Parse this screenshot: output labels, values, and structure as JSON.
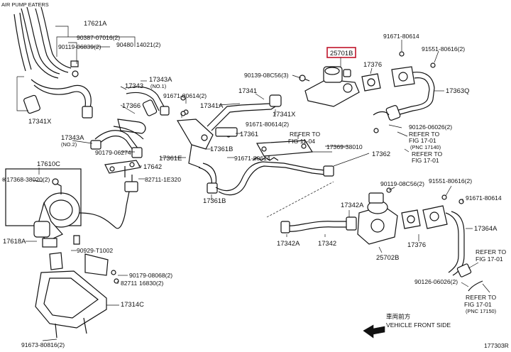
{
  "header": {
    "title": "AIR PUMP     EATERS"
  },
  "highlight": {
    "part_no": "25701B",
    "color": "#c0142a"
  },
  "labels": {
    "p17621A": "17621A",
    "p90387": "90387-07016(2)",
    "p90119a": "90119-06839(2)",
    "p90480": "90480",
    "p14021": "14021(2)",
    "p17343A_top": "17343A",
    "p17343A_no1": "(NO.1)",
    "p17343": "17343",
    "p91671a": "91671-80614(2)",
    "p17366": "17366",
    "p17341X": "17341X",
    "p17343A_no2a": "17343A",
    "p17343A_no2b": "(NO.2)",
    "p90179a": "90179-06274",
    "p17642": "17642",
    "p17610C": "17610C",
    "p17368": "※17368-38020(2)",
    "p82711a": "82711-1E320",
    "p17618A": "17618A",
    "p90929": "90929-T1002",
    "p90179b": "90179-08068(2)",
    "p82711b": "82711",
    "p16830": "16830(2)",
    "p17314C": "17314C",
    "p91673": "91673-80816(2)",
    "p90139": "90139-08C56(3)",
    "p17341": "17341",
    "p17341A": "17341A",
    "p17341X2": "17341X",
    "p17361": "17361",
    "p91671b": "91671-80614(2)",
    "p17361E": "17361E",
    "p17361B": "17361B",
    "p91671c": "91671-80614",
    "p17361B2": "17361B",
    "refer1a": "REFER TO",
    "refer1b": "FIG 11-04",
    "p17369": "17369-38010",
    "p17362": "17362",
    "p25701B": "25701B",
    "p91671d": "91671-80614",
    "p91551a": "91551-80616(2)",
    "p17376a": "17376",
    "p17363Q": "17363Q",
    "p90126a": "90126-06026(2)",
    "refer2a": "REFER TO",
    "refer2b": "FIG 17-01",
    "refer2c": "(PNC 17140)",
    "refer3a": "REFER TO",
    "refer3b": "FIG 17-01",
    "p90119b": "90119-08C56(2)",
    "p91551b": "91551-80616(2)",
    "p91671e": "91671-80614",
    "p17342A": "17342A",
    "p17342A2": "17342A",
    "p17342": "17342",
    "p17376b": "17376",
    "p25702B": "25702B",
    "p17364A": "17364A",
    "refer4a": "REFER TO",
    "refer4b": "FIG 17-01",
    "p90126b": "90126-06026(2)",
    "refer5a": "REFER TO",
    "refer5b": "FIG 17-01",
    "refer5c": "(PNC 17150)",
    "front_cn": "車両前方",
    "front_en": "VEHICLE FRONT SIDE",
    "fig_code": "177303R"
  }
}
